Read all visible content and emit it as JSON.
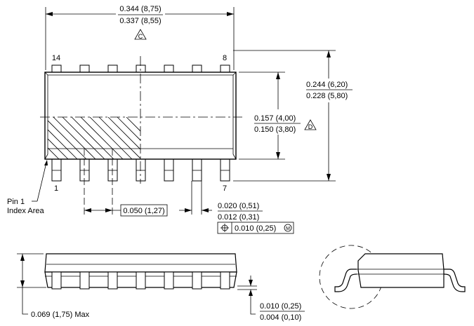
{
  "top_view": {
    "length_max": "0.344 (8,75)",
    "length_min": "0.337 (8,55)",
    "datum_c": "C",
    "pin_label_14": "14",
    "pin_label_8": "8",
    "pin_label_1": "1",
    "pin_label_7": "7",
    "overall_width_max": "0.244 (6,20)",
    "overall_width_min": "0.228 (5,80)",
    "body_width_max": "0.157 (4,00)",
    "body_width_min": "0.150 (3,80)",
    "datum_d": "D",
    "pin1_label_line1": "Pin 1",
    "pin1_label_line2": "Index Area",
    "pitch": "0.050 (1,27)",
    "lead_width_max": "0.020 (0,51)",
    "lead_width_min": "0.012 (0,31)",
    "position_tolerance": "0.010 (0,25)",
    "mmc_symbol": "M"
  },
  "side_view": {
    "height_max": "0.069 (1,75) Max",
    "standoff_max": "0.010 (0,25)",
    "standoff_min": "0.004 (0,10)"
  }
}
